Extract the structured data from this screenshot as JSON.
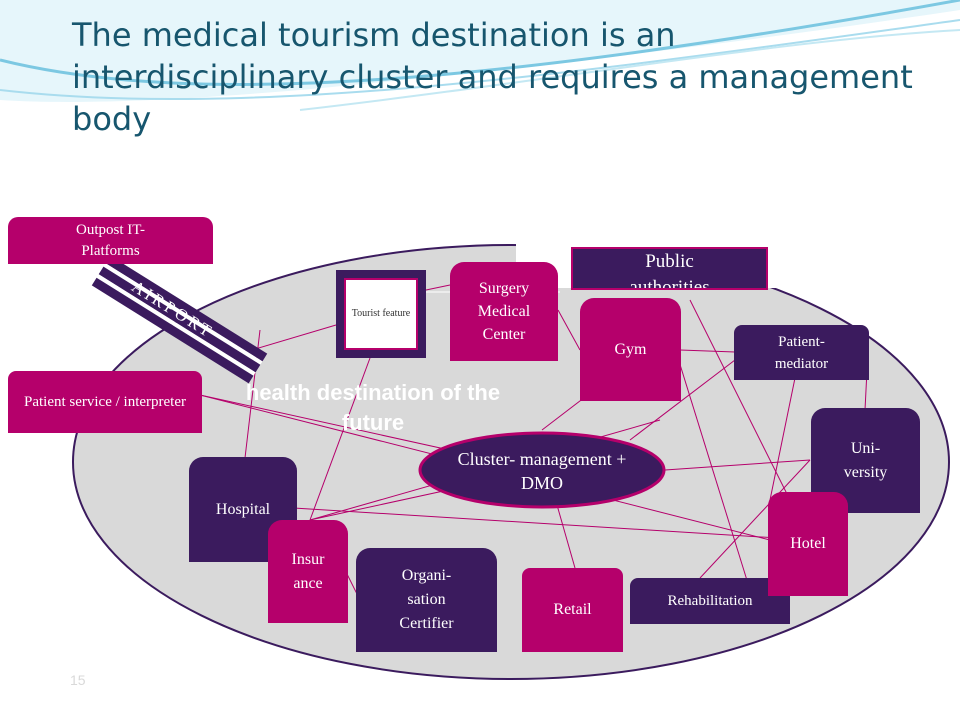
{
  "title": "The medical tourism destination is an interdisciplinary cluster and requires a management body",
  "center_label": "health destination of the future",
  "airport_label": "AIRPORT",
  "page_number": "15",
  "nodes": {
    "outpost": "Outpost IT-Platforms",
    "tourist_feature": "Tourist feature",
    "surgery": "Surgery Medical Center",
    "public_authorities": "Public authorities",
    "gym": "Gym",
    "patient_mediator": "Patient- mediator",
    "patient_service": "Patient service / interpreter",
    "cluster_management": "Cluster- management + DMO",
    "university": "Uni- versity",
    "hospital": "Hospital",
    "insurance": "Insur ance",
    "organisation": "Organi- sation Certifier",
    "retail": "Retail",
    "rehabilitation": "Rehabilitation",
    "hotel": "Hotel"
  },
  "colors": {
    "magenta": "#b5006b",
    "purple": "#3b1b5e",
    "ellipse": "#d9d9d9",
    "title": "#17566e"
  }
}
